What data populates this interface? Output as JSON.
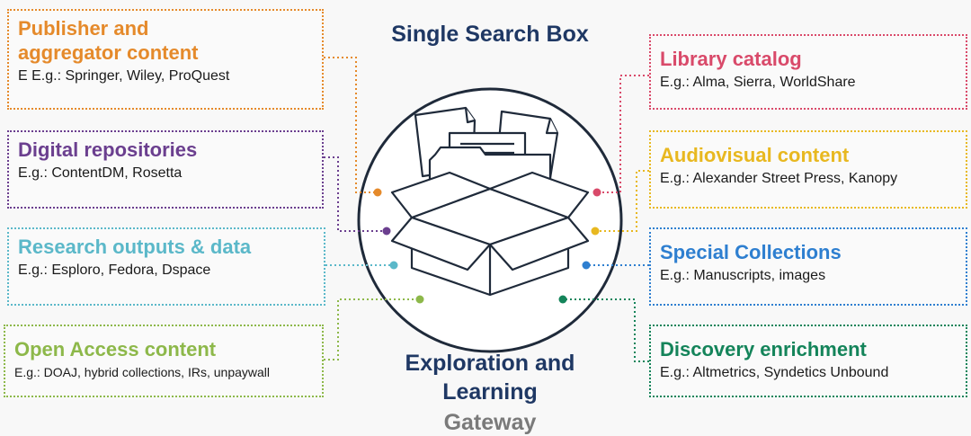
{
  "center": {
    "title": "Single Search Box",
    "bottom_line1": "Exploration and",
    "bottom_line2": "Learning",
    "bottom_line3": "Gateway"
  },
  "left_boxes": [
    {
      "title_line1": "Publisher and",
      "title_line2": "aggregator content",
      "subtitle": "E E.g.: Springer, Wiley, ProQuest",
      "color": "#e58a2b"
    },
    {
      "title": "Digital repositories",
      "subtitle": "E.g.: ContentDM, Rosetta",
      "color": "#6b3f8f"
    },
    {
      "title": "Research outputs & data",
      "subtitle": "E.g.: Esploro, Fedora, Dspace",
      "color": "#5bb8c9"
    },
    {
      "title": "Open Access content",
      "subtitle": "E.g.: DOAJ, hybrid collections, IRs, unpaywall",
      "color": "#8db84a"
    }
  ],
  "right_boxes": [
    {
      "title": "Library catalog",
      "subtitle": "E.g.: Alma, Sierra, WorldShare",
      "color": "#d94a6a"
    },
    {
      "title": "Audiovisual content",
      "subtitle": "E.g.: Alexander Street Press, Kanopy",
      "color": "#e8b820"
    },
    {
      "title": "Special Collections",
      "subtitle": "E.g.: Manuscripts, images",
      "color": "#2e7fd0"
    },
    {
      "title": "Discovery enrichment",
      "subtitle": "E.g.: Altmetrics, Syndetics Unbound",
      "color": "#14845a"
    }
  ],
  "icon": "open-box-with-documents-icon"
}
